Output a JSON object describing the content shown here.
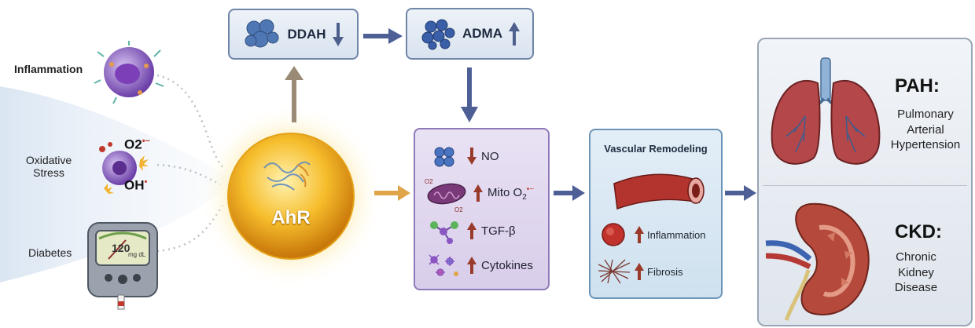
{
  "stimuli": {
    "inflammation": "Inflammation",
    "oxidative_stress": "Oxidative\nStress",
    "diabetes": "Diabetes",
    "o2_radical": "O2",
    "o2_charge": "•−",
    "oh_radical": "OH",
    "oh_charge": "•",
    "meter_reading": "120",
    "meter_unit": "mg dL"
  },
  "center": {
    "ahr": "AhR"
  },
  "top_boxes": {
    "ddah": "DDAH",
    "adma": "ADMA"
  },
  "mediators": [
    {
      "label": "NO",
      "direction": "down"
    },
    {
      "label": "Mito O",
      "sub": "2",
      "sup": "•−",
      "direction": "up"
    },
    {
      "label": "TGF-β",
      "direction": "up"
    },
    {
      "label": "Cytokines",
      "direction": "up"
    }
  ],
  "mito_small_labels": [
    "O2",
    "O2"
  ],
  "vascular": {
    "title": "Vascular Remodeling",
    "items": [
      {
        "label": "Inflammation",
        "direction": "up"
      },
      {
        "label": "Fibrosis",
        "direction": "up"
      }
    ]
  },
  "outcomes": {
    "pah_title": "PAH:",
    "pah_desc": "Pulmonary\nArterial\nHypertension",
    "ckd_title": "CKD:",
    "ckd_desc": "Chronic\nKidney\nDisease"
  },
  "colors": {
    "down_arrow": "#4d5f8d",
    "up_arrow": "#9a3a2a",
    "flow_arrow": "#4d5f95",
    "ahr_glow": "#f5b51c",
    "mediator_bg": "#ddd3ee",
    "vascular_bg": "#d8e7f3"
  }
}
